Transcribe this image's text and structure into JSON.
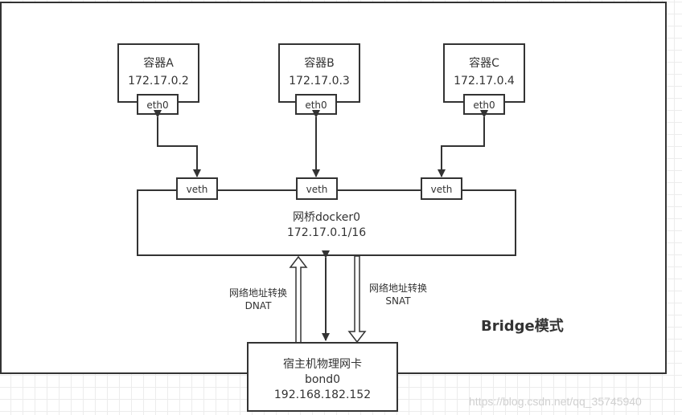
{
  "diagram": {
    "title": "Bridge模式",
    "containers": [
      {
        "name": "容器A",
        "ip": "172.17.0.2",
        "iface": "eth0"
      },
      {
        "name": "容器B",
        "ip": "172.17.0.3",
        "iface": "eth0"
      },
      {
        "name": "容器C",
        "ip": "172.17.0.4",
        "iface": "eth0"
      }
    ],
    "veth_label": "veth",
    "bridge": {
      "name": "网桥docker0",
      "subnet": "172.17.0.1/16"
    },
    "host_nic": {
      "name": "宿主机物理网卡",
      "iface": "bond0",
      "ip": "192.168.182.152"
    },
    "dnat": {
      "line1": "网络地址转换",
      "line2": "DNAT"
    },
    "snat": {
      "line1": "网络地址转换",
      "line2": "SNAT"
    },
    "watermark": "https://blog.csdn.net/qq_35745940",
    "colors": {
      "stroke": "#333333",
      "background": "#ffffff",
      "grid": "#ececec"
    }
  }
}
